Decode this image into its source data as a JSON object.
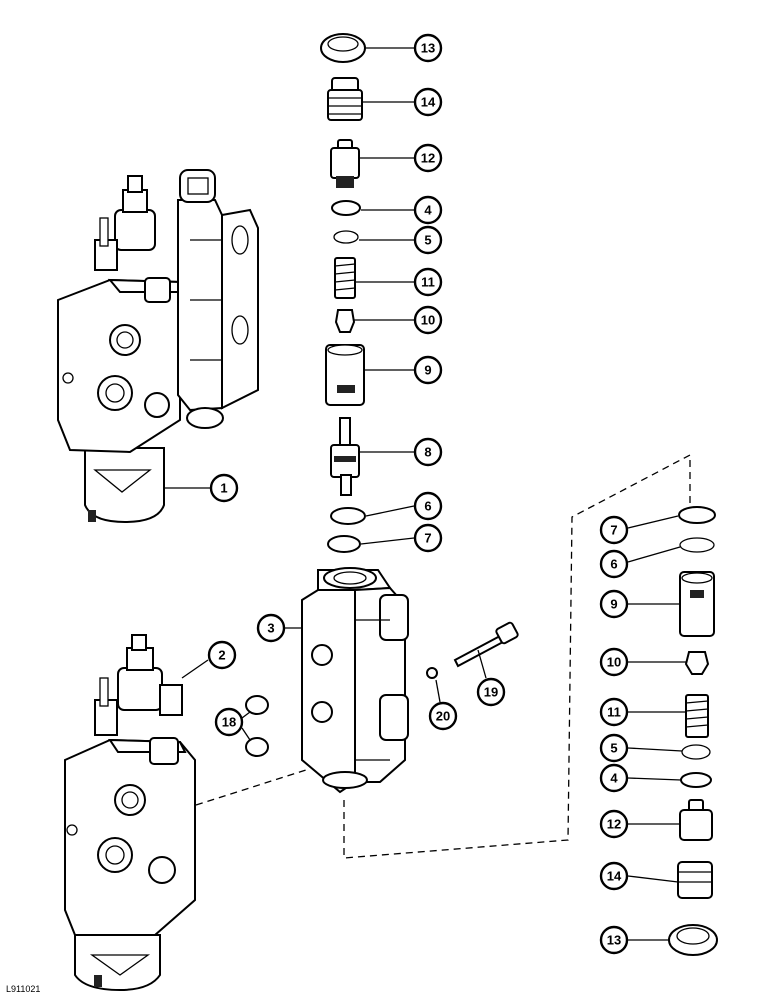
{
  "figure_code": "L911021",
  "callouts": [
    {
      "id": "c13a",
      "label": "13"
    },
    {
      "id": "c14a",
      "label": "14"
    },
    {
      "id": "c12a",
      "label": "12"
    },
    {
      "id": "c4a",
      "label": "4"
    },
    {
      "id": "c5a",
      "label": "5"
    },
    {
      "id": "c11a",
      "label": "11"
    },
    {
      "id": "c10a",
      "label": "10"
    },
    {
      "id": "c9a",
      "label": "9"
    },
    {
      "id": "c8a",
      "label": "8"
    },
    {
      "id": "c6a",
      "label": "6"
    },
    {
      "id": "c7a",
      "label": "7"
    },
    {
      "id": "c1",
      "label": "1"
    },
    {
      "id": "c3",
      "label": "3"
    },
    {
      "id": "c2",
      "label": "2"
    },
    {
      "id": "c18",
      "label": "18"
    },
    {
      "id": "c19",
      "label": "19"
    },
    {
      "id": "c20",
      "label": "20"
    },
    {
      "id": "c7b",
      "label": "7"
    },
    {
      "id": "c6b",
      "label": "6"
    },
    {
      "id": "c9b",
      "label": "9"
    },
    {
      "id": "c10b",
      "label": "10"
    },
    {
      "id": "c11b",
      "label": "11"
    },
    {
      "id": "c5b",
      "label": "5"
    },
    {
      "id": "c4b",
      "label": "4"
    },
    {
      "id": "c12b",
      "label": "12"
    },
    {
      "id": "c14b",
      "label": "14"
    },
    {
      "id": "c13b",
      "label": "13"
    }
  ]
}
